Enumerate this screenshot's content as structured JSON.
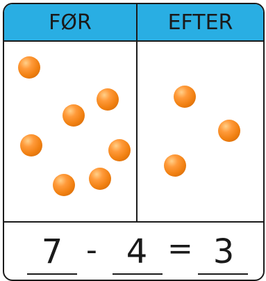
{
  "header": {
    "before_label": "FØR",
    "after_label": "EFTER"
  },
  "colors": {
    "header_bg": "#29aee3",
    "ball": "#f07f10",
    "border": "#1a1a1a"
  },
  "before_count": 7,
  "after_count": 3,
  "equation": {
    "a": "7",
    "minus": "-",
    "b": "4",
    "equals": "=",
    "result": "3"
  }
}
